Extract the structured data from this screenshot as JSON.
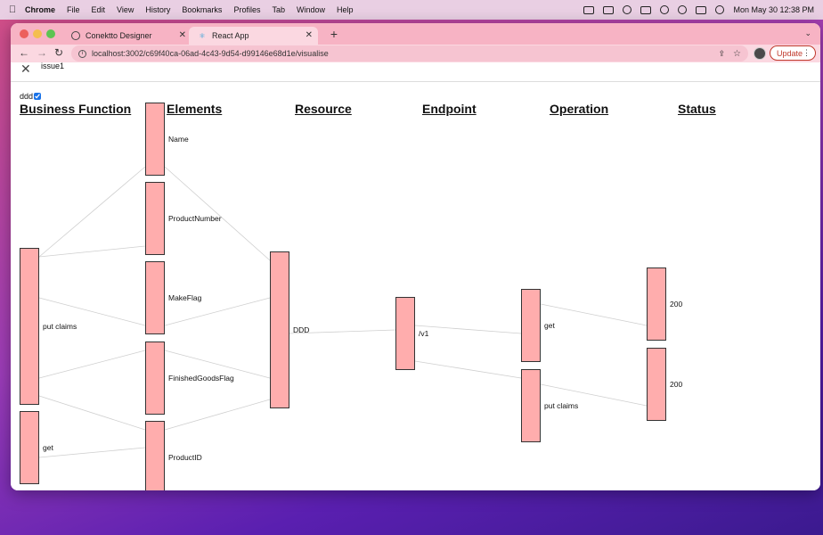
{
  "menubar": {
    "app": "Chrome",
    "items": [
      "File",
      "Edit",
      "View",
      "History",
      "Bookmarks",
      "Profiles",
      "Tab",
      "Window",
      "Help"
    ],
    "clock": "Mon May 30  12:38 PM"
  },
  "browser": {
    "tabs": [
      {
        "title": "Conektto Designer",
        "icon": "globe-icon"
      },
      {
        "title": "React App",
        "icon": "react-icon"
      }
    ],
    "url": "localhost:3002/c69f40ca-06ad-4c43-9d54-d99146e68d1e/visualise",
    "update_label": "Update"
  },
  "page": {
    "issue_title": "issue1",
    "filter_label": "ddd",
    "filter_checked": true,
    "columns": [
      "Business Function",
      "Elements",
      "Resource",
      "Endpoint",
      "Operation",
      "Status"
    ]
  },
  "graph": {
    "node_color": "#ffadad",
    "nodes": [
      {
        "id": "bf1",
        "label": "put claims",
        "column": "Business Function"
      },
      {
        "id": "bf2",
        "label": "get",
        "column": "Business Function"
      },
      {
        "id": "el1",
        "label": "Name",
        "column": "Elements"
      },
      {
        "id": "el2",
        "label": "ProductNumber",
        "column": "Elements"
      },
      {
        "id": "el3",
        "label": "MakeFlag",
        "column": "Elements"
      },
      {
        "id": "el4",
        "label": "FinishedGoodsFlag",
        "column": "Elements"
      },
      {
        "id": "el5",
        "label": "ProductID",
        "column": "Elements"
      },
      {
        "id": "rs1",
        "label": "DDD",
        "column": "Resource"
      },
      {
        "id": "ep1",
        "label": "/v1",
        "column": "Endpoint"
      },
      {
        "id": "op1",
        "label": "get",
        "column": "Operation"
      },
      {
        "id": "op2",
        "label": "put claims",
        "column": "Operation"
      },
      {
        "id": "st1",
        "label": "200",
        "column": "Status"
      },
      {
        "id": "st2",
        "label": "200",
        "column": "Status"
      }
    ],
    "edges": [
      [
        "bf1",
        "el1"
      ],
      [
        "bf1",
        "el2"
      ],
      [
        "bf1",
        "el3"
      ],
      [
        "bf1",
        "el4"
      ],
      [
        "bf1",
        "el5"
      ],
      [
        "bf2",
        "el5"
      ],
      [
        "el1",
        "rs1"
      ],
      [
        "el3",
        "rs1"
      ],
      [
        "el4",
        "rs1"
      ],
      [
        "el5",
        "rs1"
      ],
      [
        "rs1",
        "ep1"
      ],
      [
        "ep1",
        "op1"
      ],
      [
        "ep1",
        "op2"
      ],
      [
        "op1",
        "st1"
      ],
      [
        "op2",
        "st2"
      ]
    ]
  }
}
